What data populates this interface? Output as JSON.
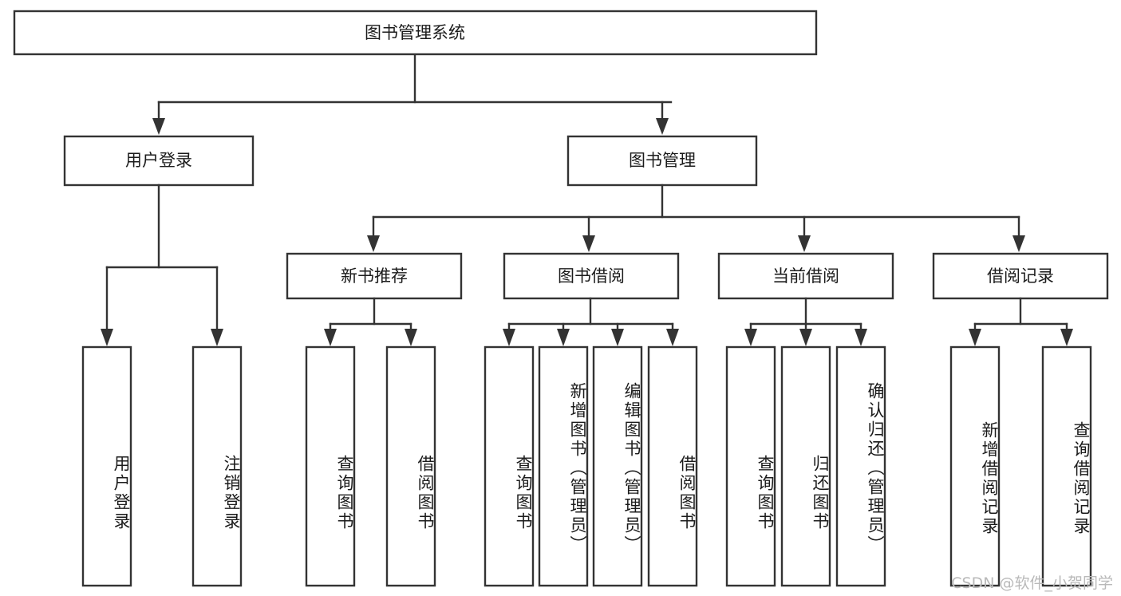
{
  "diagram": {
    "title": "图书管理系统",
    "type": "tree-hierarchy-chart",
    "watermark": "CSDN @软件_小贺同学",
    "colors": {
      "box_stroke": "#333333",
      "box_fill": "#ffffff",
      "text": "#1b1b1b",
      "background": "#ffffff",
      "watermark": "#b9b9b9"
    },
    "root": {
      "label": "图书管理系统"
    },
    "level2": [
      {
        "label": "用户登录"
      },
      {
        "label": "图书管理"
      }
    ],
    "level3": [
      {
        "label": "新书推荐"
      },
      {
        "label": "图书借阅"
      },
      {
        "label": "当前借阅"
      },
      {
        "label": "借阅记录"
      }
    ],
    "leaves": {
      "user_login": [
        {
          "label": "用户登录"
        },
        {
          "label": "注销登录"
        }
      ],
      "new_book_recommend": [
        {
          "label": "查询图书"
        },
        {
          "label": "借阅图书"
        }
      ],
      "book_borrow": [
        {
          "label": "查询图书"
        },
        {
          "label": "新增图书（管理员）"
        },
        {
          "label": "编辑图书（管理员）"
        },
        {
          "label": "借阅图书"
        }
      ],
      "current_borrow": [
        {
          "label": "查询图书"
        },
        {
          "label": "归还图书"
        },
        {
          "label": "确认归还（管理员）"
        }
      ],
      "borrow_record": [
        {
          "label": "新增借阅记录"
        },
        {
          "label": "查询借阅记录"
        }
      ]
    }
  }
}
